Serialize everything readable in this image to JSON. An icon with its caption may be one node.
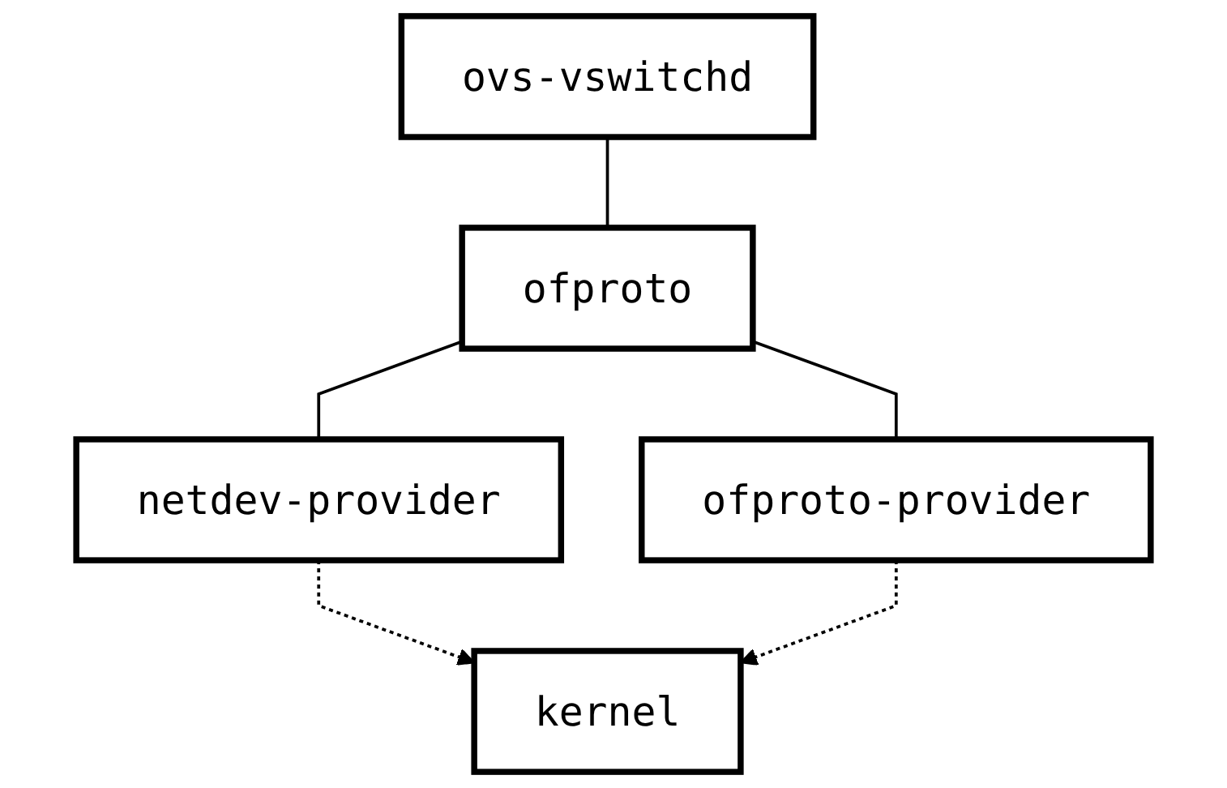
{
  "diagram": {
    "nodes": [
      {
        "text": [
          "ovs-vswitchd"
        ]
      },
      {
        "text": [
          "ofproto"
        ]
      },
      {
        "text": [
          "netdev-provider"
        ]
      },
      {
        "text": [
          "ofproto-provider"
        ]
      },
      {
        "text": [
          "kernel"
        ]
      }
    ],
    "edges": [
      {
        "from": 0,
        "to": 1,
        "arrow": "none"
      },
      {
        "from": 1,
        "to": 2,
        "arrow": "none"
      },
      {
        "from": 1,
        "to": 3,
        "arrow": "none"
      },
      {
        "from": 2,
        "to": 4,
        "arrow": "to",
        "style": "dashed"
      },
      {
        "from": 3,
        "to": 4,
        "arrow": "to",
        "style": "dashed"
      }
    ]
  }
}
